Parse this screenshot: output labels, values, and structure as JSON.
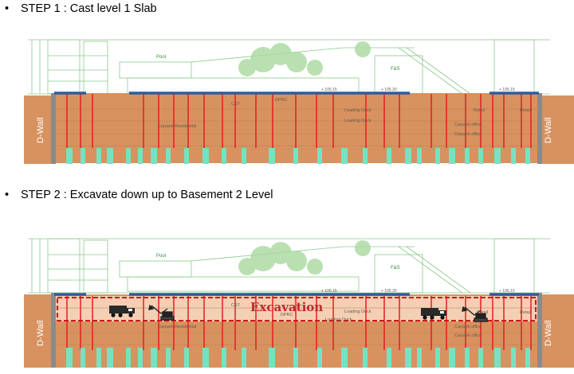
{
  "steps": [
    {
      "title": "STEP 1 : Cast level 1 Slab",
      "wall_left": "D-Wall",
      "wall_right": "D-Wall",
      "labels": {
        "pool": "Pool",
        "fb": "F&S",
        "cst": "CST",
        "dprc": "DPRC",
        "loading1": "Loading Dock",
        "loading2": "Loading Dock",
        "carpark_res": "Carpark Residential",
        "carpark_off1": "Carpark office",
        "carpark_off2": "Carpark office",
        "retail1": "Retail",
        "retail2": "Retail",
        "lvl1": "+ 105.15",
        "lvl2": "+ 105.30",
        "lvl3": "+ 105.15"
      }
    },
    {
      "title": "STEP 2 : Excavate down up to Basement 2 Level",
      "wall_left": "D-Wall",
      "wall_right": "D-Wall",
      "excavation_label": "Excavation",
      "labels": {
        "pool": "Pool",
        "fb": "F&S",
        "cst": "CST",
        "dprc": "DPRC",
        "loading1": "Loading Dock",
        "loading2": "Loading Dock",
        "carpark_res": "Carpark Residential",
        "carpark_off1": "Carpark office",
        "carpark_off2": "Carpark office",
        "retail1": "Retail",
        "retail2": "Retail",
        "lvl1": "+ 105.15",
        "lvl2": "+ 105.30",
        "lvl3": "+ 105.15"
      }
    }
  ],
  "colors": {
    "soil": "#d7925f",
    "wall": "#8a8a8a",
    "slab": "#2e5c9e",
    "pile": "#e02020",
    "foundation": "#74e3c2",
    "sketch": "#8cc98c",
    "excavation_border": "#d01818"
  }
}
